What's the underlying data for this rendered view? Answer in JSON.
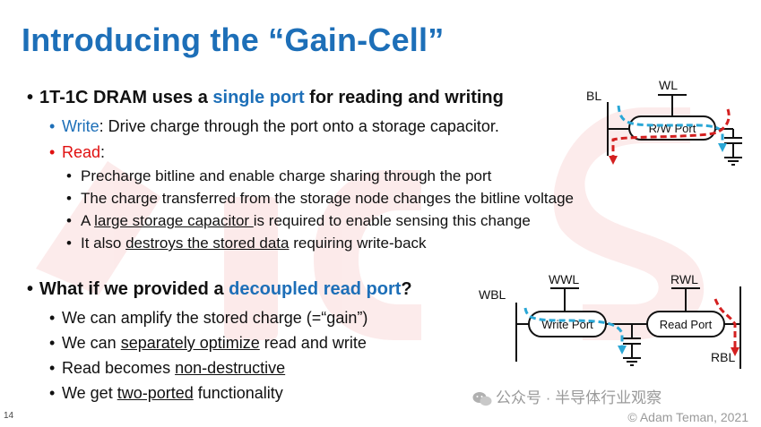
{
  "slide": {
    "title": "Introducing the “Gain-Cell”",
    "page_number": "14",
    "copyright": "© Adam Teman, 2021",
    "watermark_channel": "公众号 · 半导体行业观察"
  },
  "section1": {
    "heading_pre": "1T-1C DRAM uses a ",
    "heading_highlight": "single port",
    "heading_post": " for reading and writing",
    "write_label": "Write",
    "write_text": ": Drive charge through the port onto a storage capacitor.",
    "read_label": "Read",
    "read_colon": ":",
    "read_items": {
      "i1": "Precharge bitline and enable charge sharing through the port",
      "i2": "The charge transferred from the storage node changes the bitline voltage",
      "i3_pre": "A ",
      "i3_u": "large storage capacitor ",
      "i3_post": "is required to enable sensing this change",
      "i4_pre": "It also ",
      "i4_u": "destroys the stored data",
      "i4_post": " requiring write-back"
    }
  },
  "section2": {
    "heading_pre": "What if we provided a ",
    "heading_highlight": "decoupled read port",
    "heading_post": "?",
    "items": {
      "i1": "We can amplify the stored charge (=“gain”)",
      "i2_pre": "We can ",
      "i2_u": "separately optimize",
      "i2_post": " read and write",
      "i3_pre": "Read becomes ",
      "i3_u": "non-destructive",
      "i4_pre": "We get ",
      "i4_u": "two-ported",
      "i4_post": " functionality"
    }
  },
  "diagram1": {
    "bl": "BL",
    "wl": "WL",
    "port": "R/W Port"
  },
  "diagram2": {
    "wbl": "WBL",
    "wwl": "WWL",
    "rwl": "RWL",
    "rbl": "RBL",
    "write_port": "Write Port",
    "read_port": "Read Port"
  },
  "colors": {
    "title_blue": "#1d6fb8",
    "read_red": "#e01010",
    "write_path_cyan": "#2aa7d6",
    "read_path_red": "#d42020"
  }
}
